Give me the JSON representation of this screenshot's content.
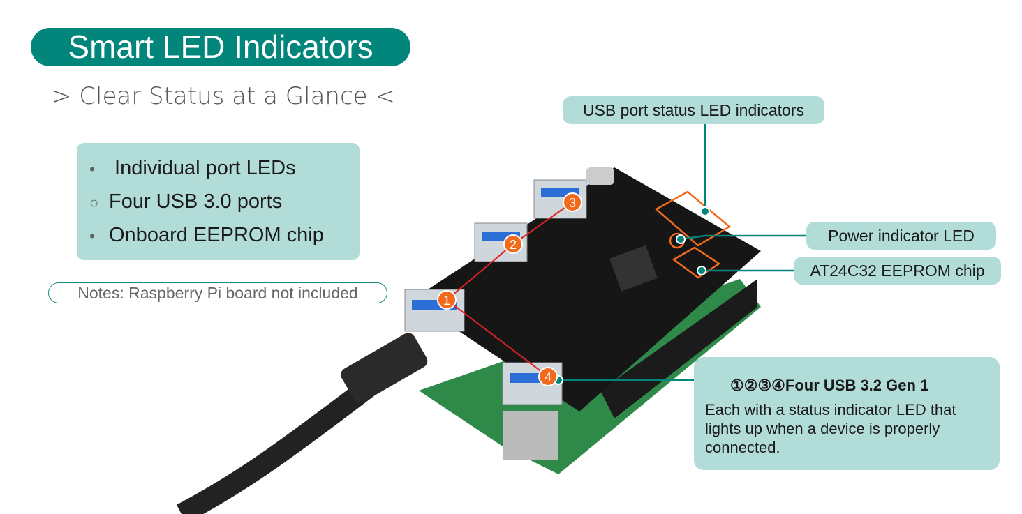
{
  "title": "Smart LED Indicators",
  "subtitle": "> Clear Status at a Glance <",
  "features": [
    {
      "bullet": "•",
      "text": " Individual port LEDs"
    },
    {
      "bullet": "○",
      "text": "Four USB 3.0 ports"
    },
    {
      "bullet": "•",
      "text": "Onboard EEPROM chip"
    }
  ],
  "notes": "Notes:  Raspberry Pi board not included",
  "callouts": {
    "usb_leds": "USB port status LED indicators",
    "power_led": "Power indicator LED",
    "eeprom": "AT24C32 EEPROM chip",
    "ports_title": "①②③④Four USB 3.2 Gen 1",
    "ports_desc": "Each with a status indicator LED that lights up when a device is properly connected."
  },
  "markers": [
    "1",
    "2",
    "3",
    "4"
  ],
  "colors": {
    "accent": "#02857a",
    "callout_bg": "#b2dcd8",
    "marker": "#f26b1d",
    "link_line": "#e02020"
  }
}
